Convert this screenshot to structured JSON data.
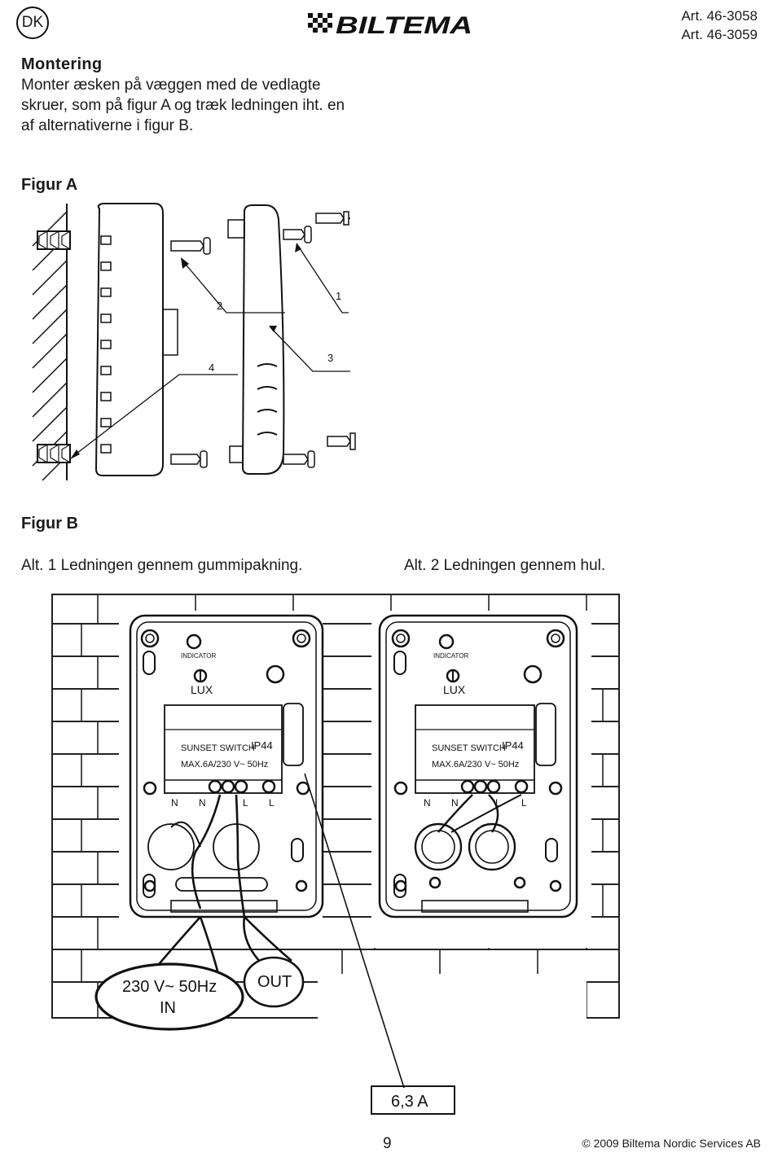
{
  "header": {
    "country_badge": "DK",
    "brand": "BILTEMA",
    "article_numbers": [
      "Art. 46-3058",
      "Art. 46-3059"
    ]
  },
  "section": {
    "heading": "Montering",
    "intro_lines": [
      "Monter æsken på væggen med de vedlagte",
      "skruer, som på figur A og træk ledningen iht. en",
      "af alternativerne i figur B."
    ]
  },
  "figure_a": {
    "label": "Figur A",
    "callouts": [
      "1",
      "2",
      "3",
      "4"
    ]
  },
  "figure_b": {
    "label": "Figur B",
    "alt1": "Alt. 1 Ledningen gennem gummipakning.",
    "alt2": "Alt. 2 Ledningen gennem hul.",
    "device": {
      "indicator": "INDICATOR",
      "lux": "LUX",
      "name": "SUNSET SWITCH",
      "rating": "IP44",
      "spec": "MAX.6A/230 V~ 50Hz",
      "terminals": [
        "N",
        "N",
        "L",
        "L"
      ]
    },
    "input_label_1": "230 V~ 50Hz",
    "input_label_2": "IN",
    "output_label": "OUT",
    "fuse_label": "6,3 A"
  },
  "footer": {
    "page_number": "9",
    "copyright": "© 2009 Biltema Nordic Services AB"
  }
}
